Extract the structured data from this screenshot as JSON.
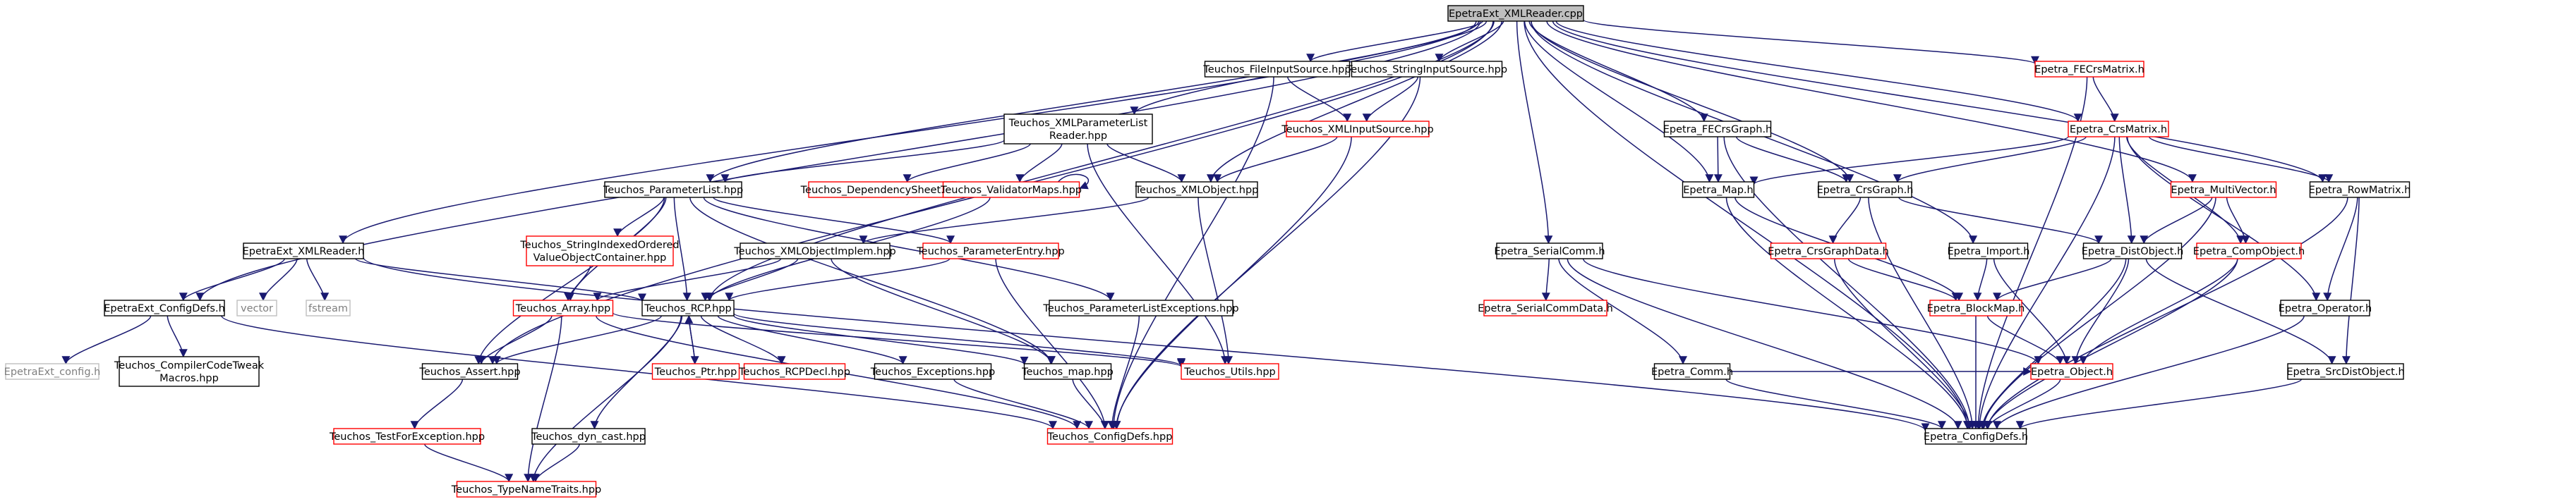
{
  "colors": {
    "root_fill": "#bfbfbf",
    "link_border": "#ff0000",
    "plain_border": "#000000",
    "external_border": "#bfbfbf",
    "external_text": "#7f7f7f",
    "edge": "#191970"
  },
  "nodes": [
    {
      "id": "root",
      "label": "EpetraExt_XMLReader.cpp",
      "kind": "root"
    },
    {
      "id": "filein",
      "label": "Teuchos_FileInputSource.hpp",
      "kind": "plain"
    },
    {
      "id": "strin",
      "label": "Teuchos_StringInputSource.hpp",
      "kind": "plain"
    },
    {
      "id": "xmlpl",
      "label": [
        "Teuchos_XMLParameterList",
        "Reader.hpp"
      ],
      "kind": "plain"
    },
    {
      "id": "xmlin",
      "label": "Teuchos_XMLInputSource.hpp",
      "kind": "link"
    },
    {
      "id": "pl",
      "label": "Teuchos_ParameterList.hpp",
      "kind": "plain"
    },
    {
      "id": "dep",
      "label": "Teuchos_DependencySheet.hpp",
      "kind": "link"
    },
    {
      "id": "val",
      "label": "Teuchos_ValidatorMaps.hpp",
      "kind": "link"
    },
    {
      "id": "xmlobj",
      "label": "Teuchos_XMLObject.hpp",
      "kind": "plain"
    },
    {
      "id": "sioc",
      "label": [
        "Teuchos_StringIndexedOrdered",
        "ValueObjectContainer.hpp"
      ],
      "kind": "link"
    },
    {
      "id": "xmlimpl",
      "label": "Teuchos_XMLObjectImplem.hpp",
      "kind": "plain"
    },
    {
      "id": "pe",
      "label": "Teuchos_ParameterEntry.hpp",
      "kind": "link"
    },
    {
      "id": "ple",
      "label": "Teuchos_ParameterListExceptions.hpp",
      "kind": "plain"
    },
    {
      "id": "xr",
      "label": "EpetraExt_XMLReader.h",
      "kind": "plain"
    },
    {
      "id": "cd",
      "label": "EpetraExt_ConfigDefs.h",
      "kind": "plain"
    },
    {
      "id": "vector",
      "label": "vector",
      "kind": "external"
    },
    {
      "id": "fstream",
      "label": "fstream",
      "kind": "external"
    },
    {
      "id": "array",
      "label": "Teuchos_Array.hpp",
      "kind": "link"
    },
    {
      "id": "rcp",
      "label": "Teuchos_RCP.hpp",
      "kind": "plain"
    },
    {
      "id": "econf",
      "label": "EpetraExt_config.h",
      "kind": "external"
    },
    {
      "id": "cct",
      "label": [
        "Teuchos_CompilerCodeTweak",
        "Macros.hpp"
      ],
      "kind": "plain"
    },
    {
      "id": "assert",
      "label": "Teuchos_Assert.hpp",
      "kind": "plain"
    },
    {
      "id": "ptr",
      "label": "Teuchos_Ptr.hpp",
      "kind": "link"
    },
    {
      "id": "rcpdecl",
      "label": "Teuchos_RCPDecl.hpp",
      "kind": "link"
    },
    {
      "id": "exc",
      "label": "Teuchos_Exceptions.hpp",
      "kind": "plain"
    },
    {
      "id": "map",
      "label": "Teuchos_map.hpp",
      "kind": "plain"
    },
    {
      "id": "utils",
      "label": "Teuchos_Utils.hpp",
      "kind": "link"
    },
    {
      "id": "tfe",
      "label": "Teuchos_TestForException.hpp",
      "kind": "link"
    },
    {
      "id": "dyn",
      "label": "Teuchos_dyn_cast.hpp",
      "kind": "plain"
    },
    {
      "id": "tcd",
      "label": "Teuchos_ConfigDefs.hpp",
      "kind": "link"
    },
    {
      "id": "tnt",
      "label": "Teuchos_TypeNameTraits.hpp",
      "kind": "link"
    },
    {
      "id": "fecrsmat",
      "label": "Epetra_FECrsMatrix.h",
      "kind": "link"
    },
    {
      "id": "crsmat",
      "label": "Epetra_CrsMatrix.h",
      "kind": "link"
    },
    {
      "id": "fecrsg",
      "label": "Epetra_FECrsGraph.h",
      "kind": "plain"
    },
    {
      "id": "emap",
      "label": "Epetra_Map.h",
      "kind": "plain"
    },
    {
      "id": "crsg",
      "label": "Epetra_CrsGraph.h",
      "kind": "plain"
    },
    {
      "id": "mv",
      "label": "Epetra_MultiVector.h",
      "kind": "link"
    },
    {
      "id": "rowmat",
      "label": "Epetra_RowMatrix.h",
      "kind": "plain"
    },
    {
      "id": "serial",
      "label": "Epetra_SerialComm.h",
      "kind": "plain"
    },
    {
      "id": "cgd",
      "label": "Epetra_CrsGraphData.h",
      "kind": "link"
    },
    {
      "id": "import",
      "label": "Epetra_Import.h",
      "kind": "plain"
    },
    {
      "id": "distobj",
      "label": "Epetra_DistObject.h",
      "kind": "plain"
    },
    {
      "id": "compobj",
      "label": "Epetra_CompObject.h",
      "kind": "link"
    },
    {
      "id": "oper",
      "label": "Epetra_Operator.h",
      "kind": "plain"
    },
    {
      "id": "scd",
      "label": "Epetra_SerialCommData.h",
      "kind": "link"
    },
    {
      "id": "comm",
      "label": "Epetra_Comm.h",
      "kind": "plain"
    },
    {
      "id": "bmap",
      "label": "Epetra_BlockMap.h",
      "kind": "link"
    },
    {
      "id": "srcd",
      "label": "Epetra_SrcDistObject.h",
      "kind": "plain"
    },
    {
      "id": "eobj",
      "label": "Epetra_Object.h",
      "kind": "link"
    },
    {
      "id": "ecd",
      "label": "Epetra_ConfigDefs.h",
      "kind": "plain"
    }
  ],
  "edges": [
    [
      "root",
      "filein"
    ],
    [
      "root",
      "strin"
    ],
    [
      "root",
      "xmlpl"
    ],
    [
      "root",
      "pl"
    ],
    [
      "root",
      "xmlobj"
    ],
    [
      "root",
      "xr"
    ],
    [
      "root",
      "cd"
    ],
    [
      "root",
      "assert"
    ],
    [
      "root",
      "rcp"
    ],
    [
      "root",
      "fecrsmat"
    ],
    [
      "root",
      "crsmat"
    ],
    [
      "root",
      "fecrsg"
    ],
    [
      "root",
      "emap"
    ],
    [
      "root",
      "crsg"
    ],
    [
      "root",
      "mv"
    ],
    [
      "root",
      "rowmat"
    ],
    [
      "root",
      "serial"
    ],
    [
      "root",
      "import"
    ],
    [
      "root",
      "ecd"
    ],
    [
      "filein",
      "xmlin"
    ],
    [
      "filein",
      "tcd"
    ],
    [
      "strin",
      "xmlin"
    ],
    [
      "strin",
      "tcd"
    ],
    [
      "xmlin",
      "xmlobj"
    ],
    [
      "xmlin",
      "tcd"
    ],
    [
      "xmlpl",
      "pl"
    ],
    [
      "xmlpl",
      "dep"
    ],
    [
      "xmlpl",
      "val"
    ],
    [
      "xmlpl",
      "xmlobj"
    ],
    [
      "xmlpl",
      "utils"
    ],
    [
      "val",
      "val"
    ],
    [
      "val",
      "rcp"
    ],
    [
      "xmlobj",
      "xmlimpl"
    ],
    [
      "xmlobj",
      "utils"
    ],
    [
      "pl",
      "sioc"
    ],
    [
      "pl",
      "pe"
    ],
    [
      "pl",
      "ple"
    ],
    [
      "pl",
      "array"
    ],
    [
      "pl",
      "rcp"
    ],
    [
      "pl",
      "assert"
    ],
    [
      "pl",
      "map"
    ],
    [
      "sioc",
      "array"
    ],
    [
      "xmlimpl",
      "array"
    ],
    [
      "xmlimpl",
      "rcp"
    ],
    [
      "xmlimpl",
      "map"
    ],
    [
      "pe",
      "rcp"
    ],
    [
      "pe",
      "tcd"
    ],
    [
      "ple",
      "tcd"
    ],
    [
      "xr",
      "cd"
    ],
    [
      "xr",
      "vector"
    ],
    [
      "xr",
      "fstream"
    ],
    [
      "xr",
      "rcp"
    ],
    [
      "xr",
      "ecd"
    ],
    [
      "cd",
      "econf"
    ],
    [
      "cd",
      "cct"
    ],
    [
      "cd",
      "tcd"
    ],
    [
      "array",
      "assert"
    ],
    [
      "array",
      "tnt"
    ],
    [
      "array",
      "tcd"
    ],
    [
      "array",
      "utils"
    ],
    [
      "rcp",
      "ptr"
    ],
    [
      "rcp",
      "rcpdecl"
    ],
    [
      "rcp",
      "exc"
    ],
    [
      "rcp",
      "map"
    ],
    [
      "rcp",
      "dyn"
    ],
    [
      "rcp",
      "tnt"
    ],
    [
      "rcp",
      "assert"
    ],
    [
      "rcp",
      "utils"
    ],
    [
      "ptr",
      "rcp"
    ],
    [
      "assert",
      "tfe"
    ],
    [
      "exc",
      "tcd"
    ],
    [
      "map",
      "tcd"
    ],
    [
      "tfe",
      "tnt"
    ],
    [
      "dyn",
      "tnt"
    ],
    [
      "fecrsmat",
      "crsmat"
    ],
    [
      "fecrsmat",
      "ecd"
    ],
    [
      "crsmat",
      "emap"
    ],
    [
      "crsmat",
      "crsg"
    ],
    [
      "crsmat",
      "distobj"
    ],
    [
      "crsmat",
      "compobj"
    ],
    [
      "crsmat",
      "rowmat"
    ],
    [
      "crsmat",
      "oper"
    ],
    [
      "crsmat",
      "ecd"
    ],
    [
      "fecrsg",
      "emap"
    ],
    [
      "fecrsg",
      "crsg"
    ],
    [
      "fecrsg",
      "ecd"
    ],
    [
      "emap",
      "bmap"
    ],
    [
      "emap",
      "ecd"
    ],
    [
      "crsg",
      "cgd"
    ],
    [
      "crsg",
      "distobj"
    ],
    [
      "crsg",
      "ecd"
    ],
    [
      "mv",
      "distobj"
    ],
    [
      "mv",
      "compobj"
    ],
    [
      "mv",
      "ecd"
    ],
    [
      "rowmat",
      "oper"
    ],
    [
      "rowmat",
      "srcd"
    ],
    [
      "rowmat",
      "ecd"
    ],
    [
      "serial",
      "scd"
    ],
    [
      "serial",
      "comm"
    ],
    [
      "serial",
      "eobj"
    ],
    [
      "serial",
      "ecd"
    ],
    [
      "cgd",
      "bmap"
    ],
    [
      "cgd",
      "ecd"
    ],
    [
      "import",
      "bmap"
    ],
    [
      "import",
      "eobj"
    ],
    [
      "distobj",
      "bmap"
    ],
    [
      "distobj",
      "srcd"
    ],
    [
      "distobj",
      "eobj"
    ],
    [
      "distobj",
      "ecd"
    ],
    [
      "compobj",
      "eobj"
    ],
    [
      "compobj",
      "ecd"
    ],
    [
      "oper",
      "ecd"
    ],
    [
      "comm",
      "eobj"
    ],
    [
      "comm",
      "ecd"
    ],
    [
      "bmap",
      "eobj"
    ],
    [
      "bmap",
      "ecd"
    ],
    [
      "srcd",
      "ecd"
    ],
    [
      "eobj",
      "ecd"
    ]
  ]
}
